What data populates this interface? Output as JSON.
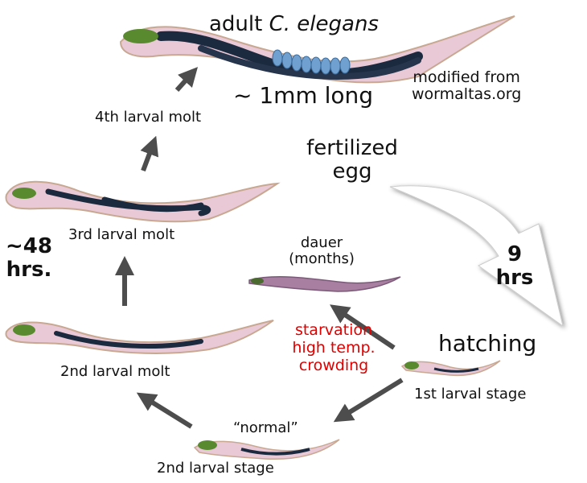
{
  "title": {
    "prefix": "adult ",
    "species": "C. elegans"
  },
  "size_label": "~ 1mm long",
  "credit": {
    "line1": "modified from",
    "line2": "wormaltas.org"
  },
  "stages": {
    "fourth_molt": "4th larval molt",
    "third_molt": "3rd larval molt",
    "second_molt": "2nd larval molt",
    "second_stage": "2nd larval stage",
    "first_stage": "1st larval stage",
    "hatching": "hatching",
    "egg_line1": "fertilized",
    "egg_line2": "egg",
    "dauer_line1": "dauer",
    "dauer_line2": "(months)",
    "normal": "“normal”"
  },
  "durations": {
    "egg_line1": "9",
    "egg_line2": "hrs",
    "larval_line1": "~48",
    "larval_line2": "hrs."
  },
  "dauer_triggers": [
    "starvation",
    "high temp.",
    "crowding"
  ],
  "colors": {
    "trigger_text": "#e00000",
    "body": "#e8c8d8",
    "gut": "#1c2a40",
    "head": "#5a8a30",
    "eggs": "#6fa0d0",
    "arrow": "#505050"
  }
}
